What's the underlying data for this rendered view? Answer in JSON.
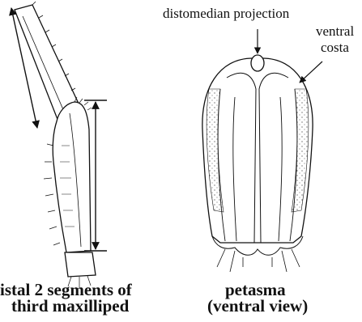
{
  "figure": {
    "left_caption": {
      "line1": "istal 2 segments of",
      "line2": "third maxilliped"
    },
    "right_caption": {
      "line1": "petasma",
      "line2": "(ventral view)"
    },
    "annotations": {
      "distomedian": "distomedian projection",
      "ventral_line1": "ventral",
      "ventral_line2": "costa"
    },
    "ink_color": "#111111"
  }
}
